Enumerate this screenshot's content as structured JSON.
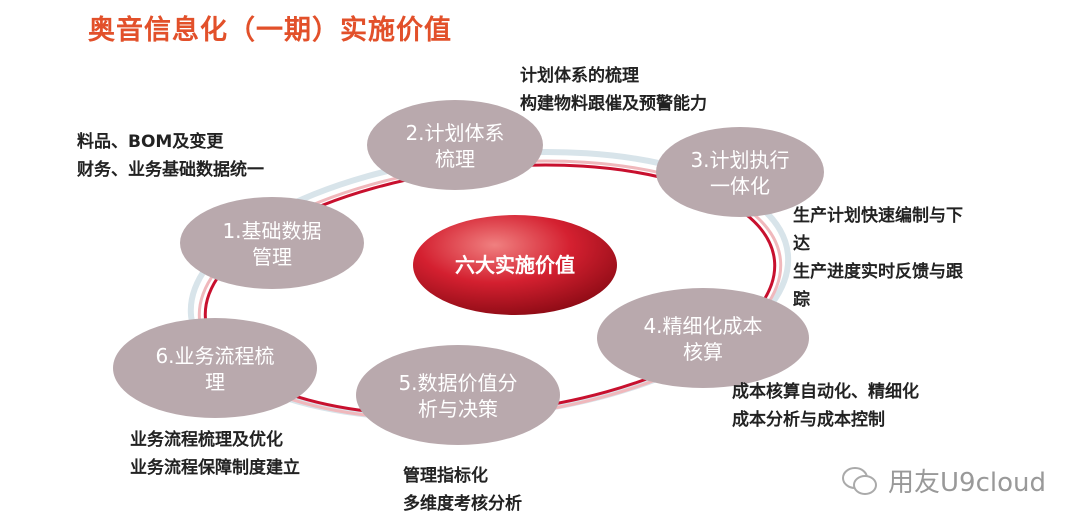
{
  "title": "奥音信息化（一期）实施价值",
  "center_label": "六大实施价值",
  "nodes": [
    {
      "line1": "1.基础数据",
      "line2": "管理"
    },
    {
      "line1": "2.计划体系",
      "line2": "梳理"
    },
    {
      "line1": "3.计划执行",
      "line2": "一体化"
    },
    {
      "line1": "4.精细化成本",
      "line2": "核算"
    },
    {
      "line1": "5.数据价值分",
      "line2": "析与决策"
    },
    {
      "line1": "6.业务流程梳",
      "line2": "理"
    }
  ],
  "notes": {
    "basic_data": [
      "料品、BOM及变更",
      "财务、业务基础数据统一"
    ],
    "plan_system": [
      "计划体系的梳理",
      "构建物料跟催及预警能力"
    ],
    "plan_execution": [
      "生产计划快速编制与下",
      "达",
      "生产进度实时反馈与跟",
      "踪"
    ],
    "cost": [
      "成本核算自动化、精细化",
      "成本分析与成本控制"
    ],
    "process": [
      "业务流程梳理及优化",
      "业务流程保障制度建立"
    ],
    "decision": [
      "管理指标化",
      "多维度考核分析"
    ]
  },
  "watermark": "用友U9cloud",
  "colors": {
    "title": "#e2502a",
    "node": "#b9a9ad",
    "ring": "#c8102e",
    "center": "#d0202a"
  }
}
